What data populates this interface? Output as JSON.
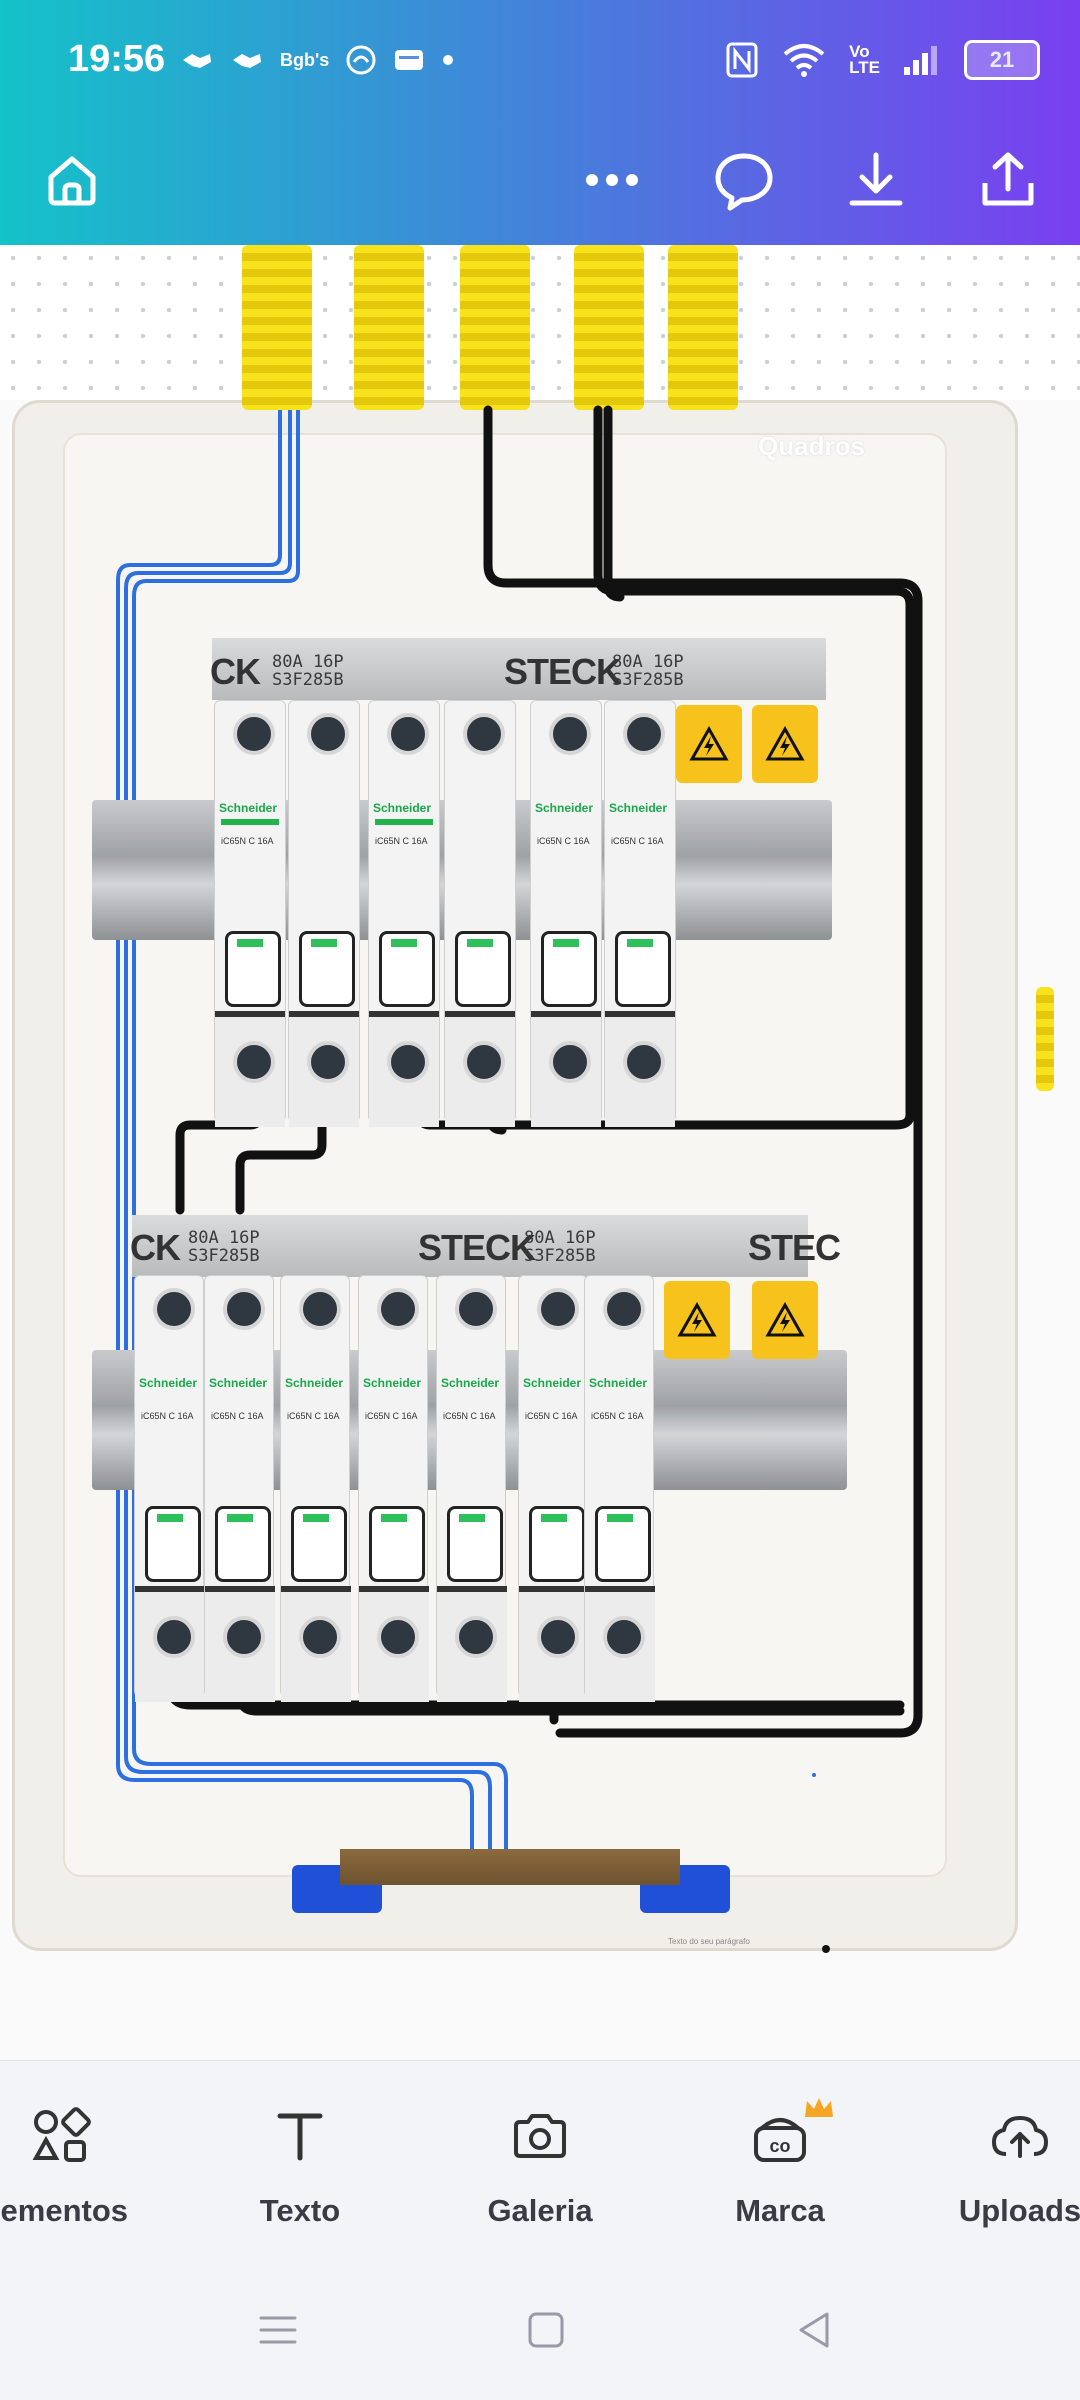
{
  "status_bar": {
    "time": "19:56",
    "battery_level": "21",
    "network_label": "Vo\nLTE"
  },
  "toolbar": {
    "home_icon": "home-icon",
    "more_icon": "more-icon",
    "comment_icon": "comment-icon",
    "download_icon": "download-icon",
    "share_icon": "share-icon"
  },
  "canvas": {
    "panel_label": "Quadros",
    "top_busbar_text_1": "80A 16P\nS3F285B",
    "top_busbar_text_2": "80A 16P\nS3F285B",
    "top_brand_left": "CK",
    "top_brand_center": "STECK",
    "bottom_busbar_text_1": "80A 16P\nS3F285B",
    "bottom_busbar_text_2": "80A 16P\nS3F285B",
    "bottom_brand_left": "CK",
    "bottom_brand_center": "STECK",
    "bottom_brand_right": "STEC",
    "breaker_brand": "Schneider",
    "breaker_spec": "iC65N  C 16A",
    "footnote": "Texto do seu parágrafo"
  },
  "bottom_tabs": [
    {
      "label": "lementos",
      "icon": "elements-icon"
    },
    {
      "label": "Texto",
      "icon": "text-icon"
    },
    {
      "label": "Galeria",
      "icon": "camera-icon"
    },
    {
      "label": "Marca",
      "icon": "brand-icon"
    },
    {
      "label": "Uploads",
      "icon": "upload-cloud-icon"
    }
  ],
  "colors": {
    "accent_crown": "#f5a623",
    "header_start": "#14c2c9",
    "header_end": "#7a3ff0"
  }
}
